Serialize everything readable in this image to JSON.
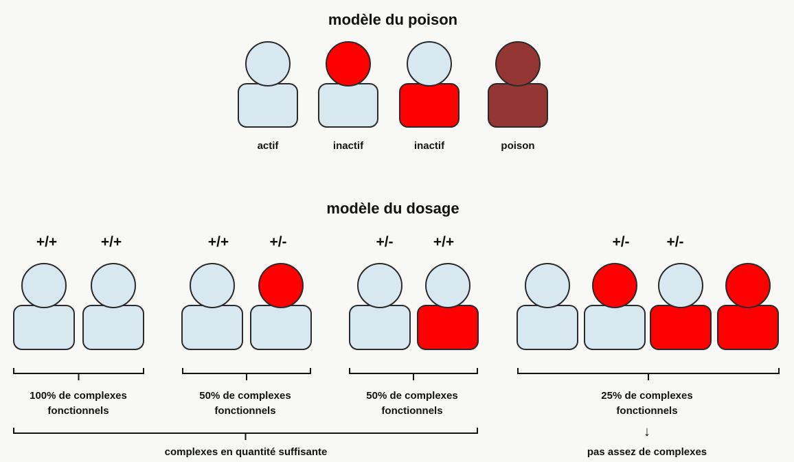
{
  "colors": {
    "healthy": "#d7e8f1",
    "mutant": "#ff0000",
    "poison": "#943634",
    "outline": "#2a2a2a",
    "background": "#f8f8f6"
  },
  "poison_model": {
    "title": "modèle du poison",
    "units": [
      {
        "label": "actif",
        "head": "healthy",
        "body": "healthy"
      },
      {
        "label": "inactif",
        "head": "mutant",
        "body": "healthy"
      },
      {
        "label": "inactif",
        "head": "healthy",
        "body": "mutant"
      },
      {
        "label": "poison",
        "head": "poison",
        "body": "poison"
      }
    ]
  },
  "dosage_model": {
    "title": "modèle du dosage",
    "groups": [
      {
        "genotypes": [
          "+/+",
          "+/+"
        ],
        "units": [
          {
            "head": "healthy",
            "body": "healthy"
          },
          {
            "head": "healthy",
            "body": "healthy"
          }
        ],
        "caption_line1": "100% de complexes",
        "caption_line2": "fonctionnels"
      },
      {
        "genotypes": [
          "+/+",
          "+/-"
        ],
        "units": [
          {
            "head": "healthy",
            "body": "healthy"
          },
          {
            "head": "mutant",
            "body": "healthy"
          }
        ],
        "caption_line1": "50% de complexes",
        "caption_line2": "fonctionnels"
      },
      {
        "genotypes": [
          "+/-",
          "+/+"
        ],
        "units": [
          {
            "head": "healthy",
            "body": "healthy"
          },
          {
            "head": "healthy",
            "body": "mutant"
          }
        ],
        "caption_line1": "50% de complexes",
        "caption_line2": "fonctionnels"
      },
      {
        "genotypes": [
          "+/-",
          "+/-"
        ],
        "units": [
          {
            "head": "healthy",
            "body": "healthy"
          },
          {
            "head": "mutant",
            "body": "healthy"
          },
          {
            "head": "healthy",
            "body": "mutant"
          },
          {
            "head": "mutant",
            "body": "mutant"
          }
        ],
        "caption_line1": "25% de complexes",
        "caption_line2": "fonctionnels"
      }
    ],
    "summary_sufficient": "complexes en quantité suffisante",
    "summary_insufficient": "pas assez de complexes",
    "arrow_glyph": "↓"
  }
}
